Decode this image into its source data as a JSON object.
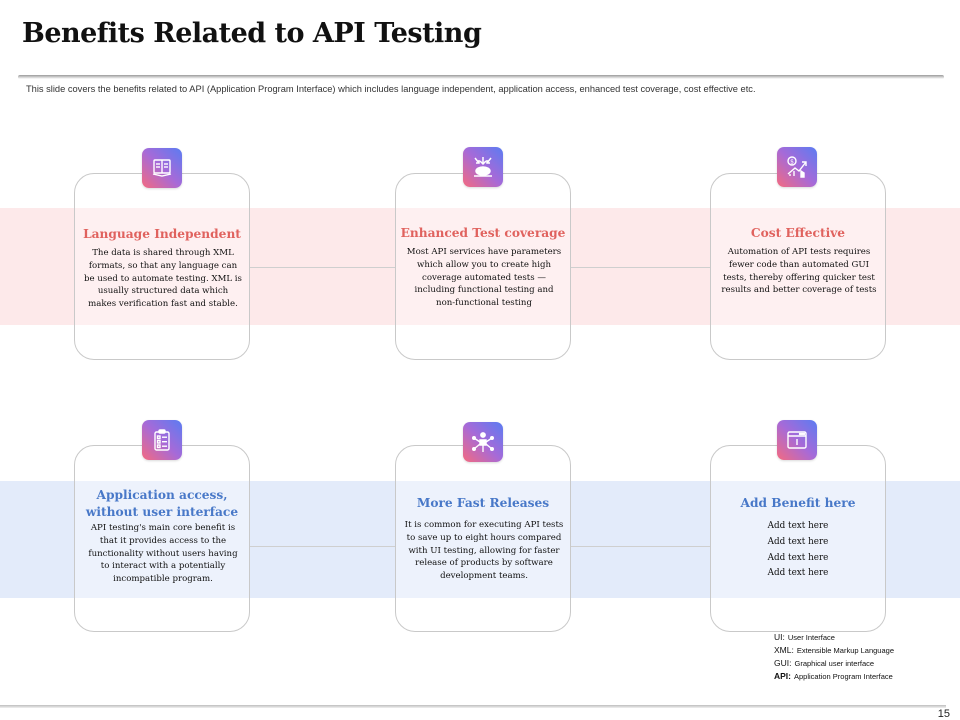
{
  "slide": {
    "title": "Benefits Related to API Testing",
    "subtitle": "This slide covers the benefits related to API (Application Program Interface) which includes language independent, application access, enhanced test coverage, cost effective etc.",
    "page_number": "15"
  },
  "cards": [
    {
      "title": "Language Independent",
      "body": "The data is shared through XML formats, so that any language can be used to automate testing. XML is usually structured data which makes verification fast and stable.",
      "icon": "book-icon"
    },
    {
      "title": "Enhanced Test coverage",
      "body": "Most API services have parameters which allow you to create high coverage automated tests — including functional testing and non-functional testing",
      "icon": "converging-arrows-icon"
    },
    {
      "title": "Cost Effective",
      "body": "Automation of API tests requires fewer code than automated GUI tests, thereby offering quicker test results and better coverage of tests",
      "icon": "growth-chart-icon"
    },
    {
      "title": "Application access, without user interface",
      "body": "API testing's main core benefit is that it provides access to the functionality without users having to interact with a potentially incompatible program.",
      "icon": "clipboard-checklist-icon"
    },
    {
      "title": "More Fast Releases",
      "body": "It is common for executing API tests to save up to eight hours compared with UI testing, allowing for faster release of products by software development teams.",
      "icon": "person-network-icon"
    },
    {
      "title": "Add Benefit here",
      "lines": [
        "Add text here",
        "Add text here",
        "Add text here",
        "Add text here"
      ],
      "icon": "browser-window-icon"
    }
  ],
  "glossary": [
    {
      "abbr": "UI:",
      "definition": "User Interface"
    },
    {
      "abbr": "XML:",
      "definition": "Extensible Markup Language"
    },
    {
      "abbr": "GUI:",
      "definition": "Graphical user interface"
    },
    {
      "abbr": "API:",
      "definition": "Application Program Interface"
    }
  ],
  "colors": {
    "pink_band": "#fde9ea",
    "blue_band": "#e3ebfa",
    "pink_title": "#e0625e",
    "blue_title": "#4878c8",
    "icon_gradient_start": "#5b7cf2",
    "icon_gradient_end": "#f36a80"
  }
}
